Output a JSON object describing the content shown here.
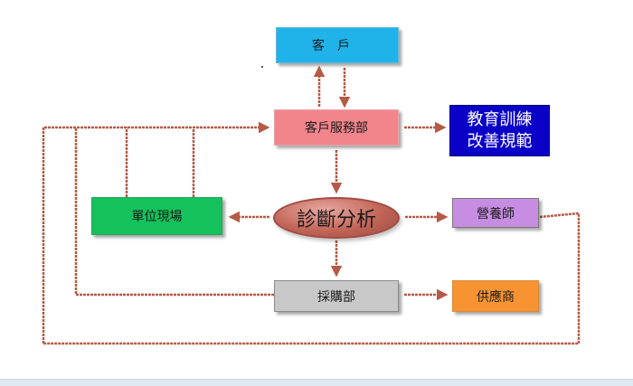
{
  "nodes": {
    "customer": "客戶",
    "customer_service": "客戶服務部",
    "training": [
      "教育訓練",
      "改善規範"
    ],
    "site": "單位現場",
    "diagnosis": "診斷分析",
    "dietitian": "營養師",
    "purchasing": "採購部",
    "supplier": "供應商"
  },
  "colors": {
    "arrow": "#b55a46",
    "customer": "#1fb3ea",
    "customer_service": "#f2858c",
    "training": "#0a00c8",
    "site": "#15c15b",
    "diagnosis": "#c26457",
    "dietitian": "#c78de2",
    "purchasing": "#c8c8c8",
    "supplier": "#f79331"
  }
}
